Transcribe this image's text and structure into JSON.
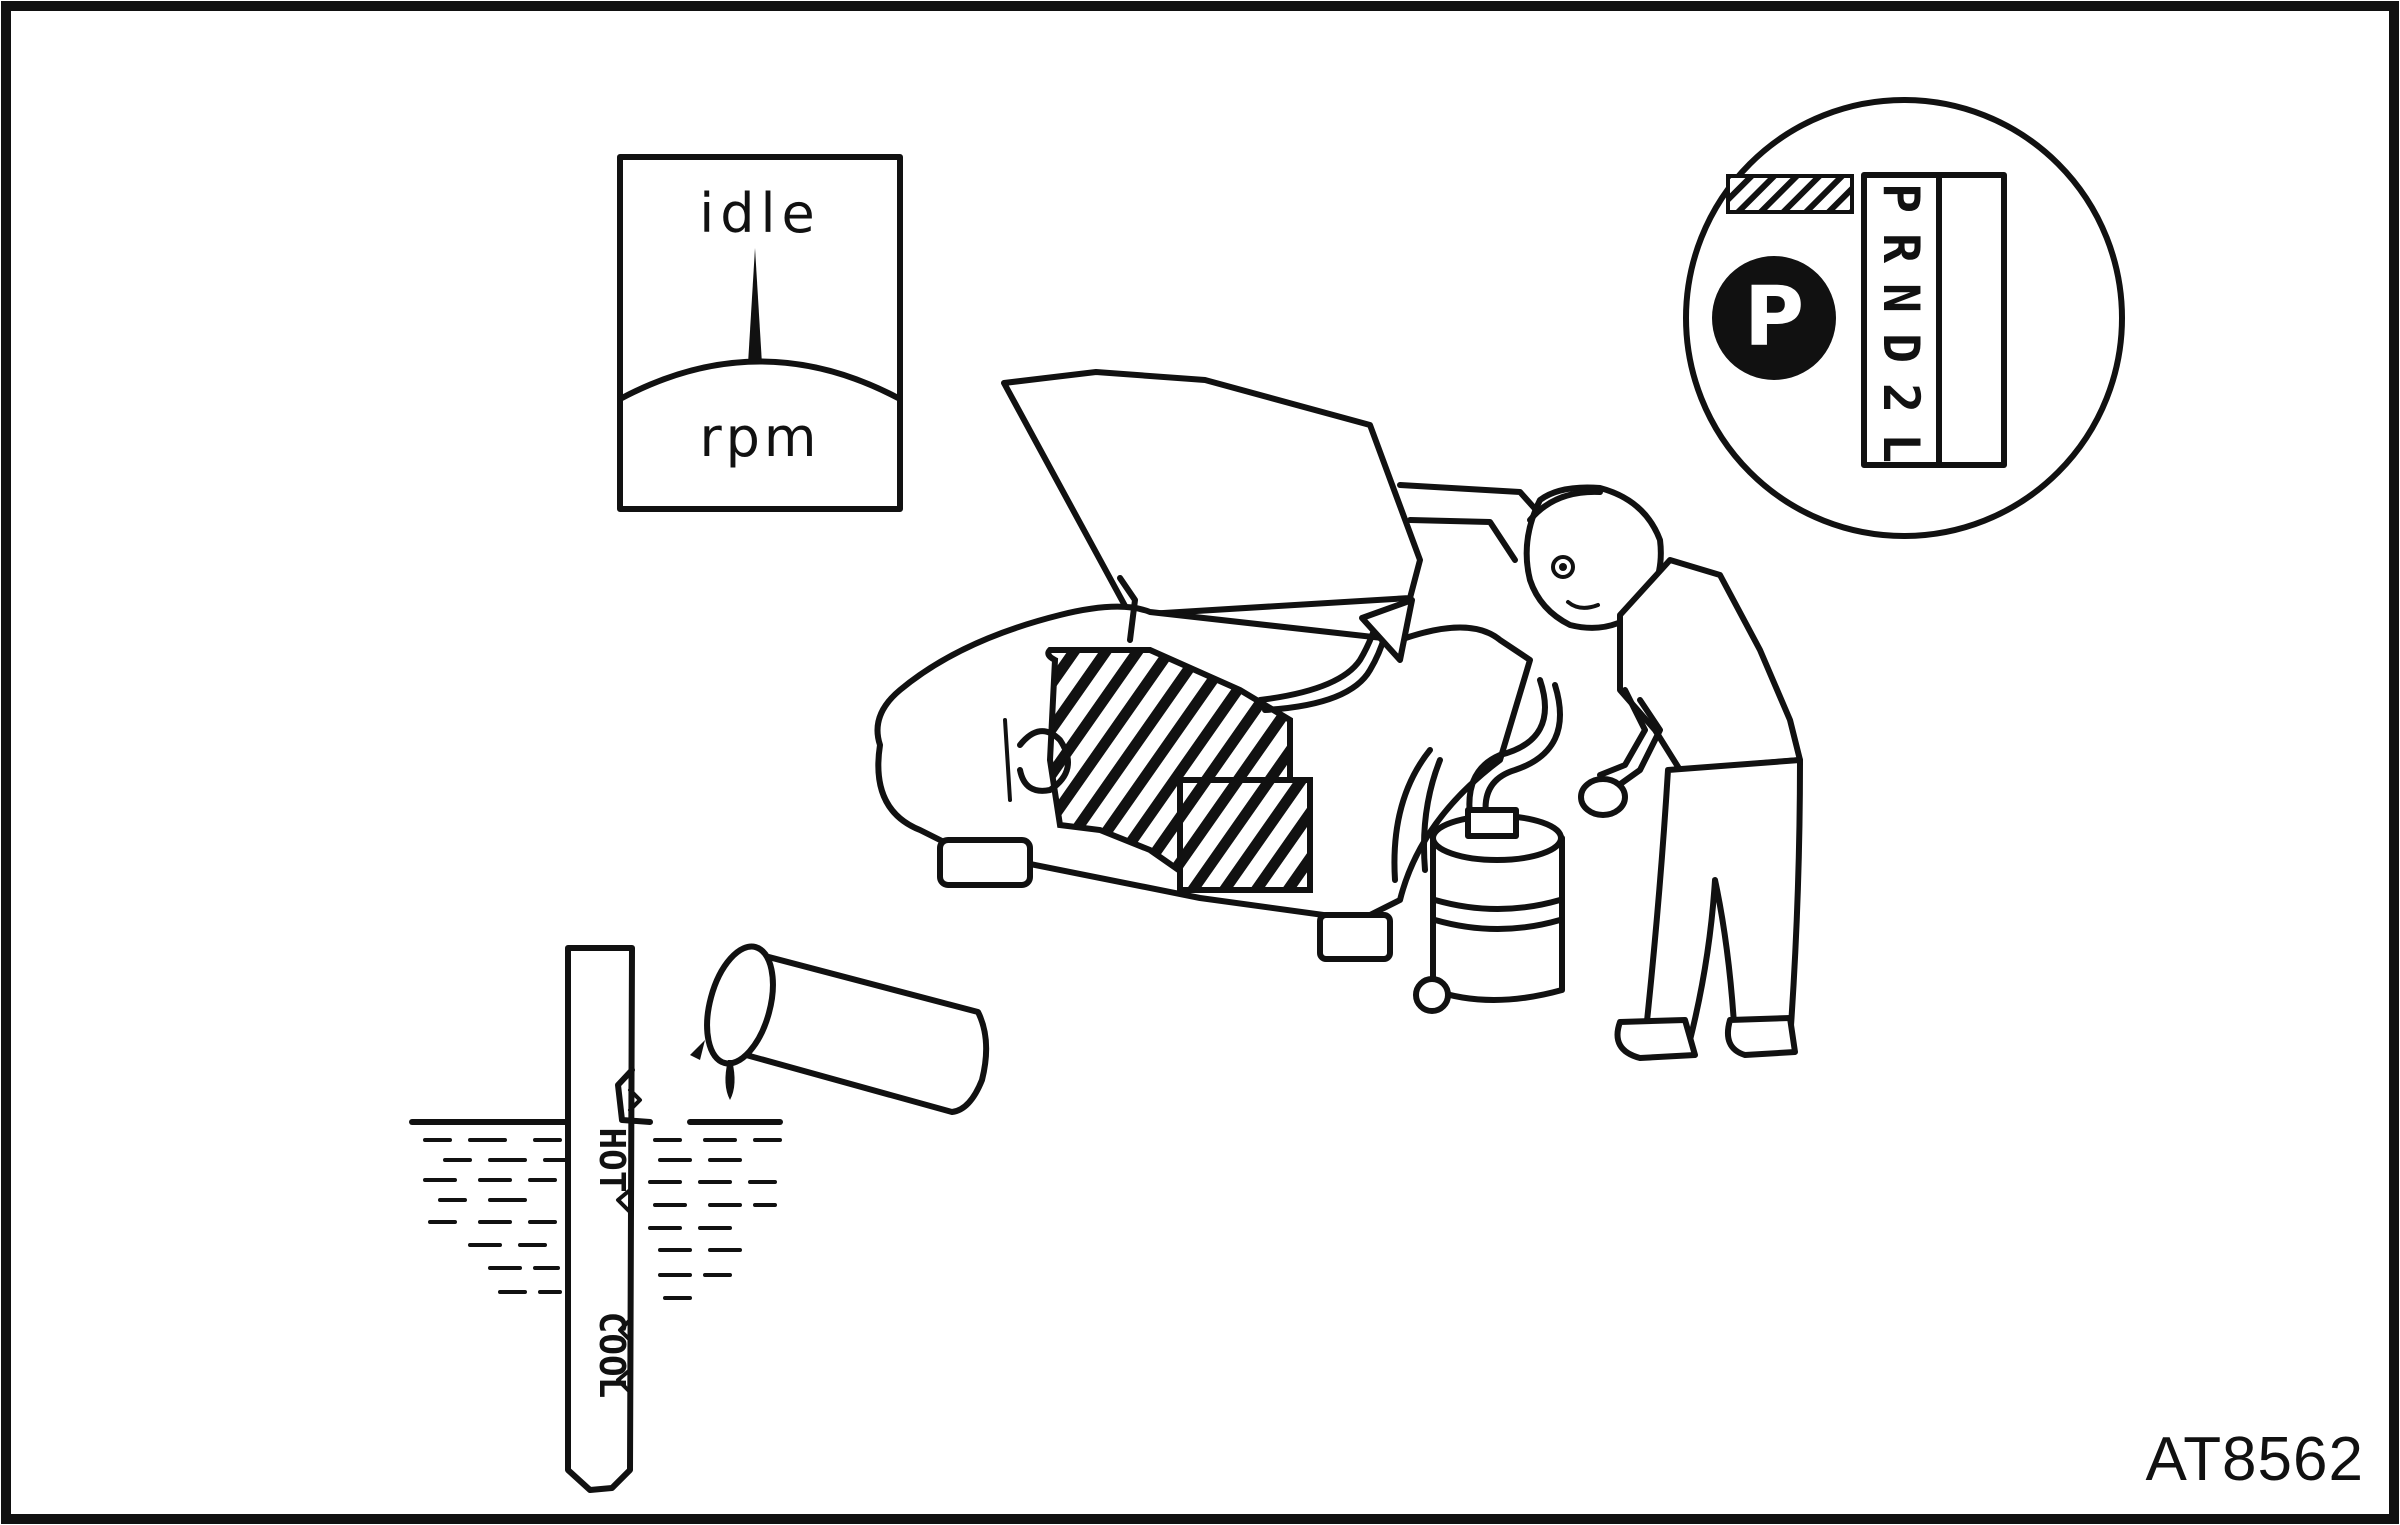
{
  "tachometer": {
    "top_label": "idle",
    "bottom_label": "rpm"
  },
  "shift_indicator": {
    "selected": "P",
    "positions": [
      "P",
      "R",
      "N",
      "D",
      "2",
      "L"
    ]
  },
  "thermometer": {
    "upper_label": "HOT",
    "lower_label": "COOL"
  },
  "figure_id": "AT8562",
  "colors": {
    "ink": "#111111",
    "paper": "#ffffff"
  }
}
